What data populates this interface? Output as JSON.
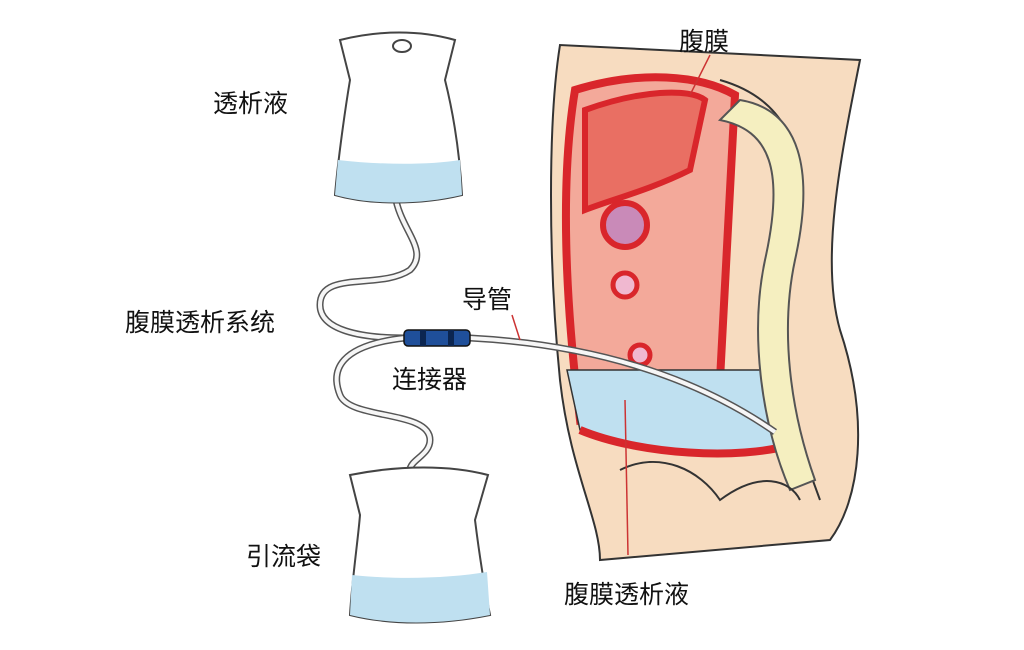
{
  "labels": {
    "dialysate": "透析液",
    "peritoneum": "腹膜",
    "pd_system": "腹膜透析系统",
    "catheter": "导管",
    "connector": "连接器",
    "drain_bag": "引流袋",
    "pd_fluid": "腹膜透析液"
  },
  "colors": {
    "organ_red": "#d9262b",
    "skin": "#f7dcc0",
    "fluid_blue": "#bfe0f0",
    "spine": "#f5efc0",
    "connector_blue": "#1f4f9a"
  }
}
